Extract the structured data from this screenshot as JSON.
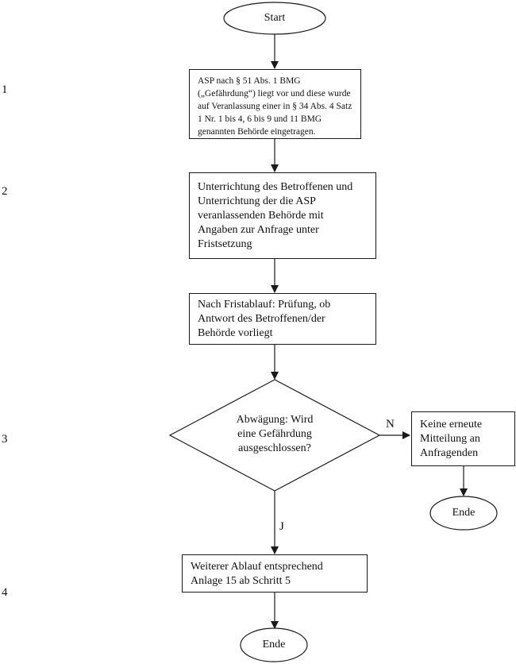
{
  "steps": [
    "1",
    "2",
    "3",
    "4"
  ],
  "start": {
    "label": "Start"
  },
  "box1": {
    "lines": [
      "ASP nach § 51 Abs. 1 BMG",
      "(„Gefährdung“) liegt vor und diese wurde",
      "auf Veranlassung einer in § 34 Abs. 4 Satz",
      "1 Nr. 1 bis 4, 6 bis 9 und 11 BMG",
      "genannten Behörde eingetragen."
    ]
  },
  "box2": {
    "lines": [
      "Unterrichtung des Betroffenen und",
      "Unterrichtung der die ASP",
      "veranlassenden Behörde mit",
      "Angaben zur Anfrage unter",
      "Fristsetzung"
    ]
  },
  "box3": {
    "lines": [
      "Nach Fristablauf: Prüfung, ob",
      "Antwort des Betroffenen/der",
      "Behörde vorliegt"
    ]
  },
  "decision": {
    "lines": [
      "Abwägung: Wird",
      "eine Gefährdung",
      "ausgeschlossen?"
    ],
    "no_label": "N",
    "yes_label": "J"
  },
  "no_box": {
    "lines": [
      "Keine erneute",
      "Mitteilung an",
      "Anfragenden"
    ]
  },
  "end_right": {
    "label": "Ende"
  },
  "box4": {
    "lines": [
      "Weiterer Ablauf entsprechend",
      "Anlage 15 ab Schritt 5"
    ]
  },
  "end_bottom": {
    "label": "Ende"
  }
}
